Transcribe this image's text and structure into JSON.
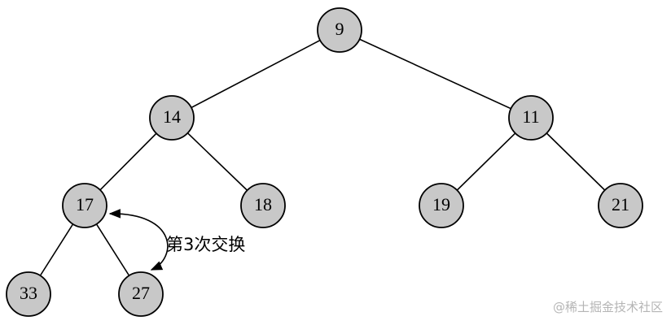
{
  "tree": {
    "nodes": [
      {
        "id": "n9",
        "label": "9"
      },
      {
        "id": "n14",
        "label": "14"
      },
      {
        "id": "n11",
        "label": "11"
      },
      {
        "id": "n17",
        "label": "17"
      },
      {
        "id": "n18",
        "label": "18"
      },
      {
        "id": "n19",
        "label": "19"
      },
      {
        "id": "n21",
        "label": "21"
      },
      {
        "id": "n33",
        "label": "33"
      },
      {
        "id": "n27",
        "label": "27"
      }
    ],
    "edges": [
      [
        "n9",
        "n14"
      ],
      [
        "n9",
        "n11"
      ],
      [
        "n14",
        "n17"
      ],
      [
        "n14",
        "n18"
      ],
      [
        "n11",
        "n19"
      ],
      [
        "n11",
        "n21"
      ],
      [
        "n17",
        "n33"
      ],
      [
        "n17",
        "n27"
      ]
    ],
    "node_fill": "#c8c8c8",
    "stroke_color": "#000000"
  },
  "annotation": {
    "text": "第3次交换"
  },
  "watermark": {
    "text": "@稀土掘金技术社区"
  }
}
